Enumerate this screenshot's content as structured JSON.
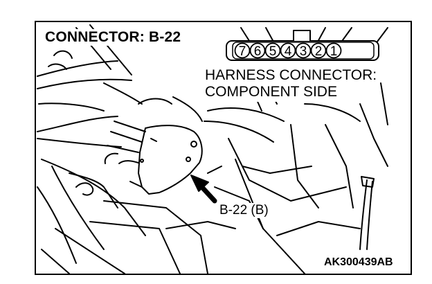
{
  "title": "CONNECTOR: B-22",
  "harness": {
    "line1": "HARNESS CONNECTOR:",
    "line2": "COMPONENT SIDE"
  },
  "connector_pins": [
    "7",
    "6",
    "5",
    "4",
    "3",
    "2",
    "1"
  ],
  "callout": "B-22 (B)",
  "figure_code": "AK300439AB"
}
